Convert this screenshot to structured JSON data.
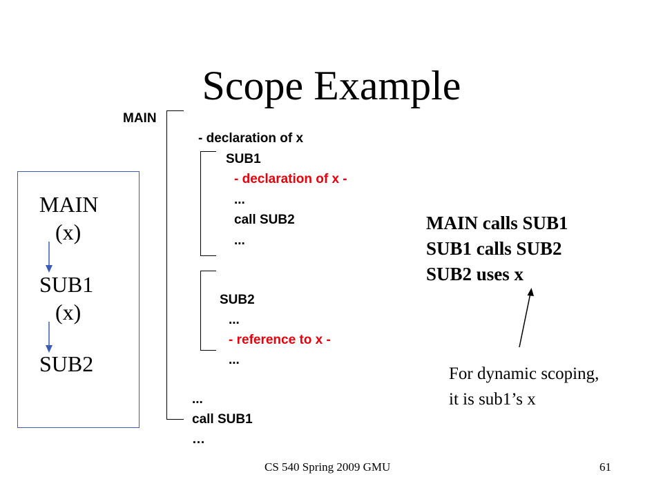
{
  "slide": {
    "title": "Scope Example",
    "code": {
      "main_label": "MAIN",
      "main_decl": "- declaration of x",
      "sub1_label": "SUB1",
      "sub1_decl": "- declaration of x -",
      "sub1_dots1": "...",
      "sub1_call": "call SUB2",
      "sub1_dots2": "...",
      "sub2_label": "SUB2",
      "sub2_dots1": "...",
      "sub2_ref": "- reference to x -",
      "sub2_dots2": "...",
      "main_dots1": "...",
      "main_call": "call SUB1",
      "main_dots2": "…"
    },
    "hierarchy_box": {
      "main": "MAIN",
      "main_x": "(x)",
      "sub1": "SUB1",
      "sub1_x": "(x)",
      "sub2": "SUB2"
    },
    "call_chain": [
      "MAIN calls SUB1",
      "SUB1 calls SUB2",
      "SUB2 uses x"
    ],
    "note": [
      "For dynamic scoping,",
      "it is sub1’s x"
    ],
    "footer": {
      "course": "CS 540 Spring 2009 GMU",
      "page_number": "61"
    },
    "colors": {
      "highlight": "#e8000b",
      "arrow": "#3b5bb8"
    }
  }
}
